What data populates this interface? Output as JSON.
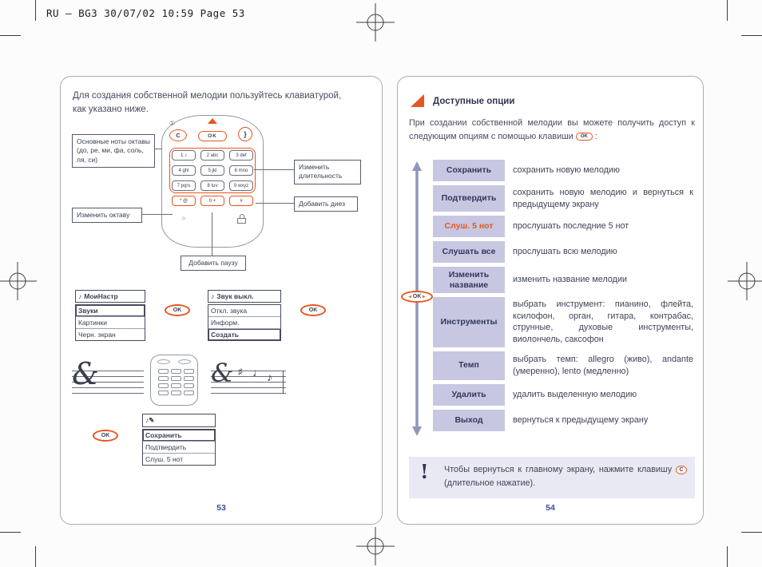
{
  "print_header": "RU – BG3  30/07/02  10:59  Page 53",
  "colors": {
    "accent_orange": "#e8551e",
    "option_label_bg": "#c7c7e2",
    "note_box_bg": "#e9e9f4",
    "body_text": "#474c5f",
    "page_number_blue": "#3c4b9e"
  },
  "page_left": {
    "page_number": "53",
    "intro": "Для создания собственной мелодии пользуйтесь клавиатурой, как указано ниже.",
    "phone": {
      "power_icon": "①",
      "softkey_clear": "C",
      "softkey_ok": "OK",
      "softkey_flap": "}",
      "keypad": [
        "1 ♪",
        "2 abc",
        "3 def",
        "4 ghi",
        "5 jkl",
        "6 mno",
        "7 pqrs",
        "8 tuv",
        "9 wxyz",
        "* @",
        "0 +",
        "#"
      ]
    },
    "callouts": {
      "base_notes": "Основные ноты октавы (до, ре, ми, фа, соль, ля, си)",
      "change_duration": "Изменить длительность",
      "add_sharp": "Добавить диез",
      "change_octave": "Изменить октаву",
      "add_pause": "Добавить паузу"
    },
    "ok_label": "OK",
    "menu_settings": {
      "icon": "♪",
      "title": "МоиНастр",
      "items": [
        "Звуки",
        "Картинки",
        "Черн. экран"
      ]
    },
    "menu_sounds": {
      "icon": "♪",
      "title": "Звук выкл.",
      "items": [
        "Откл. звука",
        "Информ.",
        "Создать"
      ]
    },
    "menu_save": {
      "icon": "♪✎",
      "items": [
        "Сохранить",
        "Подтвердить",
        "Слуш. 5 нот"
      ]
    },
    "illustrations": {
      "clef": "&",
      "sharp": "♯",
      "note_quarter": "♩",
      "note_eighth": "♪"
    }
  },
  "page_right": {
    "page_number": "54",
    "section_title": "Доступные опции",
    "intro_before": "При создании собственной мелодии вы можете получить доступ к следующим опциям с помощью клавиши",
    "intro_key": "OK",
    "intro_after": ":",
    "options": [
      {
        "label": "Сохранить",
        "desc": "сохранить новую мелодию"
      },
      {
        "label": "Подтвердить",
        "desc": "сохранить новую мелодию и вернуться к предыдущему экрану"
      },
      {
        "label": "Слуш. 5 нот",
        "desc": "прослушать последние 5 нот"
      },
      {
        "label": "Слушать все",
        "desc": "прослушать всю мелодию"
      },
      {
        "label": "Изменить название",
        "desc": "изменить название мелодии"
      },
      {
        "label": "Инструменты",
        "desc": "выбрать инструмент: пианино, флейта, ксилофон, орган, гитара, контрабас, струнные, духовые инструменты, виолончель, саксофон"
      },
      {
        "label": "Темп",
        "desc": "выбрать темп: allegro (живо), andante (умеренно), lento (медленно)"
      },
      {
        "label": "Удалить",
        "desc": "удалить выделенную мелодию"
      },
      {
        "label": "Выход",
        "desc": "вернуться к предыдущему экрану"
      }
    ],
    "nav_left": "◂",
    "nav_key": "OK",
    "nav_right": "▸",
    "note_icon": "!",
    "note_before": "Чтобы вернуться к главному экрану, нажмите клавишу",
    "note_key": "C",
    "note_after": "(длительное нажатие)."
  }
}
